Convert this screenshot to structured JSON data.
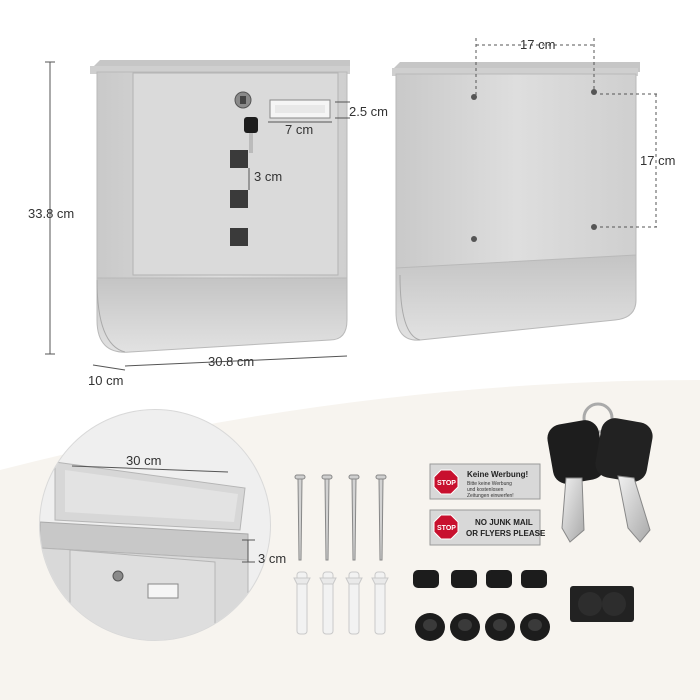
{
  "dimensions": {
    "height": "33.8 cm",
    "width": "30.8 cm",
    "depth": "10 cm",
    "slot_height": "2.5 cm",
    "slot_width": "7 cm",
    "window_gap": "3 cm",
    "mount_horizontal": "17 cm",
    "mount_vertical": "17 cm",
    "lid_width": "30 cm",
    "lid_gap": "3 cm"
  },
  "signs": {
    "sign1_title": "Keine Werbung!",
    "sign1_line1": "Bitte keine Werbung",
    "sign1_line2": "und kostenlosen",
    "sign1_line3": "Zeitungen einwerfen!",
    "sign2_line1": "NO JUNK MAIL",
    "sign2_line2": "OR FLYERS PLEASE",
    "stop_label": "STOP"
  },
  "colors": {
    "box_body": "#d6d6d6",
    "box_edge": "#b9b9b9",
    "accent_stop": "#c8102e",
    "key_black": "#1d1d1d",
    "background_wave": "#f7f4ef"
  },
  "icons": [
    "key-icon",
    "screw-icon",
    "wall-plug-icon",
    "rubber-foot-icon",
    "stop-sign-icon"
  ]
}
